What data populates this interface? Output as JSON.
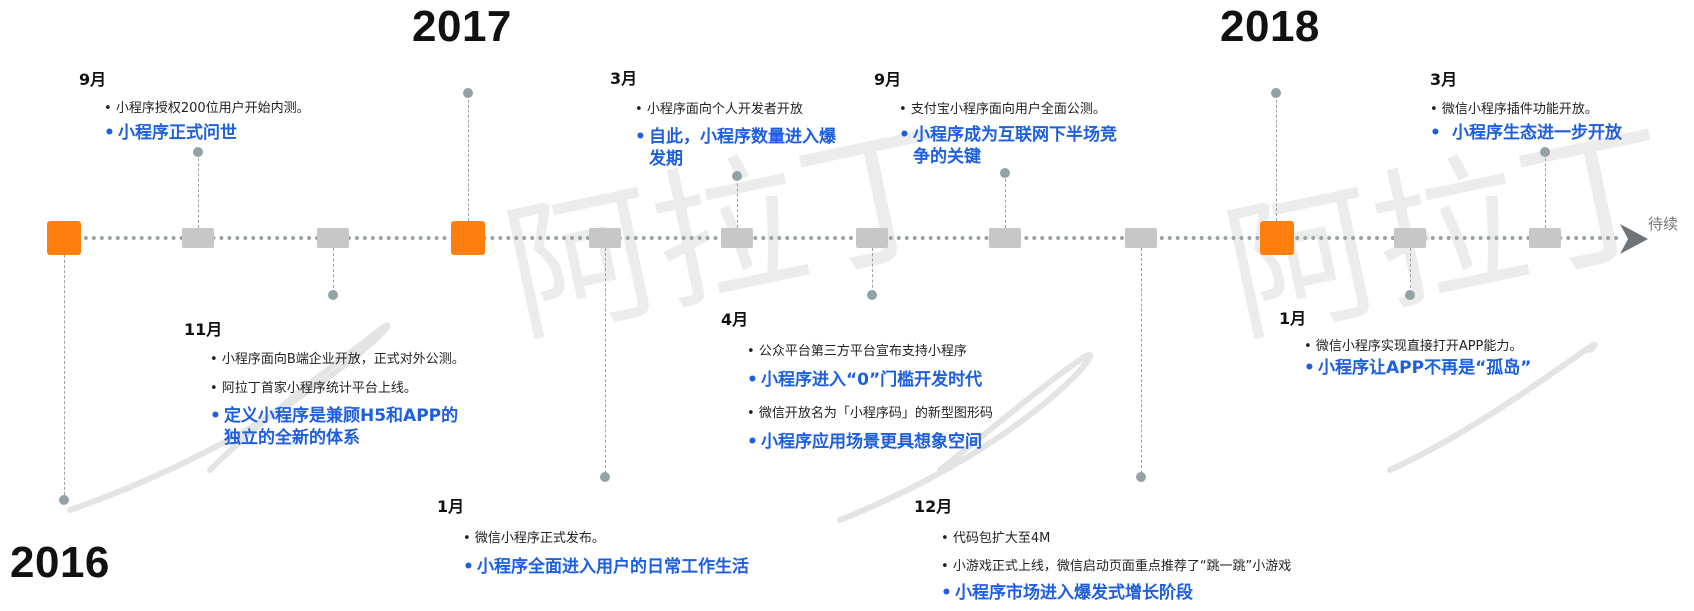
{
  "years": {
    "y2016": "2016",
    "y2017": "2017",
    "y2018": "2018"
  },
  "continue_label": "待续",
  "watermark_text": "阿拉丁",
  "events": {
    "e1": {
      "month": "9月",
      "items": [
        "小程序授权200位用户开始内测。"
      ],
      "highlight": [
        "小程序正式问世"
      ]
    },
    "e2": {
      "month": "11月",
      "items": [
        "小程序面向B端企业开放，正式对外公测。",
        "阿拉丁首家小程序统计平台上线。"
      ],
      "highlight": [
        "定义小程序是兼顾H5和APP的",
        "独立的全新的体系"
      ]
    },
    "e3": {
      "month": "1月",
      "items": [
        "微信小程序正式发布。"
      ],
      "highlight": [
        "小程序全面进入用户的日常工作生活"
      ]
    },
    "e4": {
      "month": "3月",
      "items": [
        "小程序面向个人开发者开放"
      ],
      "highlight": [
        "自此，小程序数量进入爆",
        "发期"
      ]
    },
    "e5": {
      "month": "4月",
      "items": [
        "公众平台第三方平台宣布支持小程序",
        "微信开放名为「小程序码」的新型图形码"
      ],
      "highlights": [
        "小程序进入“0”门槛开发时代",
        "小程序应用场景更具想象空间"
      ]
    },
    "e6": {
      "month": "9月",
      "items": [
        "支付宝小程序面向用户全面公测。"
      ],
      "highlight": [
        "小程序成为互联网下半场竞",
        "争的关键"
      ]
    },
    "e7": {
      "month": "12月",
      "items": [
        "代码包扩大至4M",
        "小游戏正式上线，微信启动页面重点推荐了“跳一跳”小游戏"
      ],
      "highlight": [
        "小程序市场进入爆发式增长阶段"
      ]
    },
    "e8": {
      "month": "1月",
      "items": [
        "微信小程序实现直接打开APP能力。"
      ],
      "highlight": [
        "小程序让APP不再是“孤岛”"
      ]
    },
    "e9": {
      "month": "3月",
      "items": [
        "微信小程序插件功能开放。"
      ],
      "highlight": [
        "小程序生态进一步开放"
      ]
    }
  },
  "colors": {
    "accent_orange": "#ff7f0e",
    "highlight_blue": "#1e5fe0",
    "node_gray": "#c7c7c7",
    "axis_gray": "#9aa3a6"
  }
}
